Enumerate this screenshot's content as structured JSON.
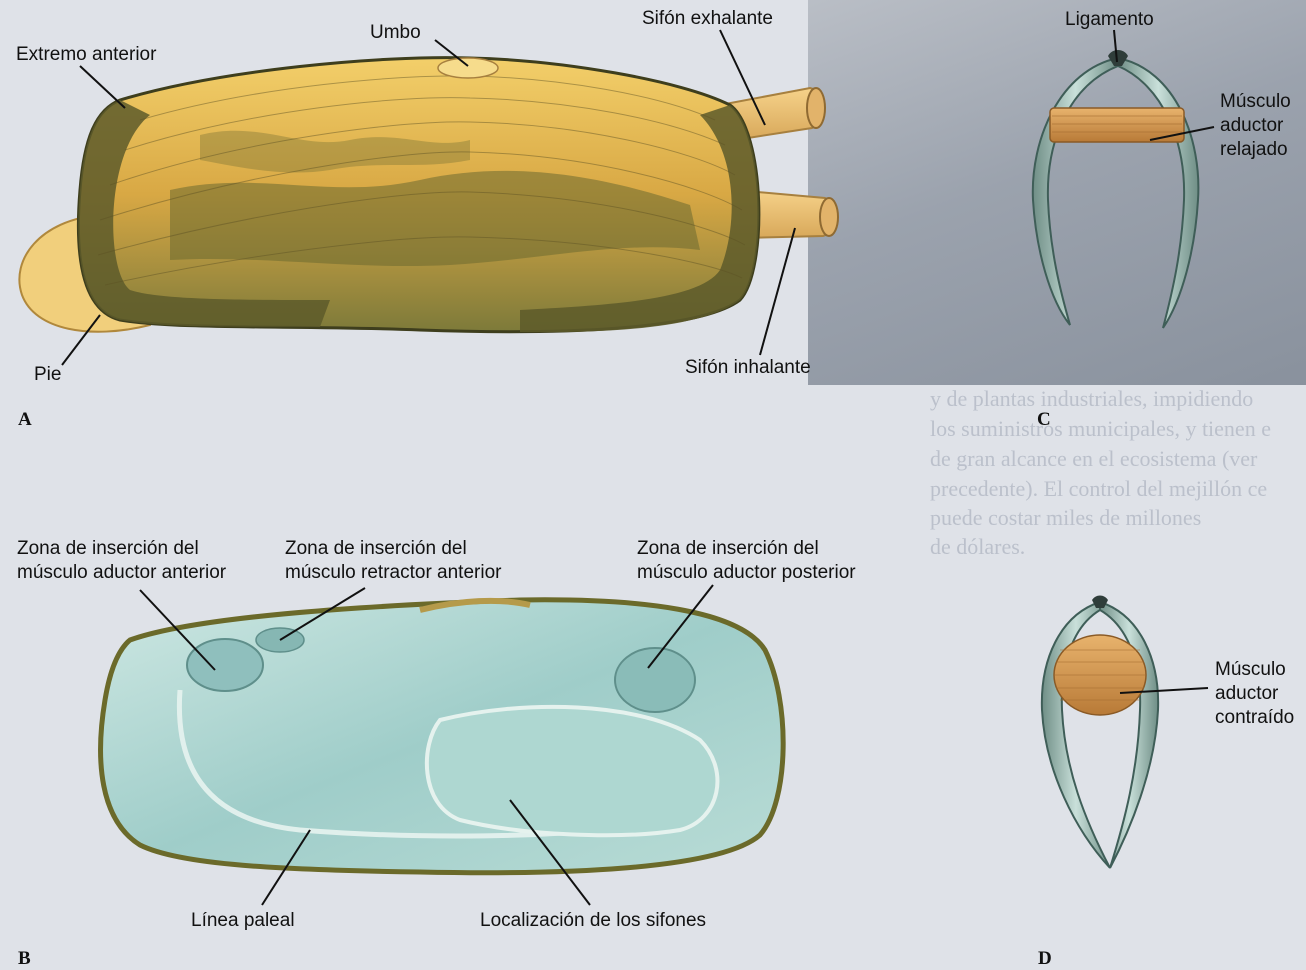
{
  "labels": {
    "umbo": "Umbo",
    "sifon_exhalante": "Sifón exhalante",
    "extremo_anterior": "Extremo anterior",
    "pie": "Pie",
    "sifon_inhalante": "Sifón inhalante",
    "ligamento": "Ligamento",
    "musculo_relajado": [
      "Músculo",
      "aductor",
      "relajado"
    ],
    "musculo_contraido": [
      "Músculo",
      "aductor",
      "contraído"
    ],
    "zona_aductor_anterior": [
      "Zona de inserción del",
      "músculo aductor anterior"
    ],
    "zona_retractor_anterior": [
      "Zona de inserción del",
      "músculo retractor anterior"
    ],
    "zona_aductor_posterior": [
      "Zona de inserción del",
      "músculo aductor posterior"
    ],
    "linea_paleal": "Línea paleal",
    "localizacion_sifones": "Localización de los sifones"
  },
  "panels": {
    "a": "A",
    "b": "B",
    "c": "C",
    "d": "D"
  },
  "background_text": {
    "lines": [
      "y de plantas industriales, impidiendo",
      "los suministros municipales, y tienen e",
      "de gran alcance en el ecosistema (ver",
      "precedente). El control del mejillón ce",
      "puede costar miles de millones",
      "de dólares."
    ]
  },
  "colors": {
    "shell_outer": "#5a5a2a",
    "shell_yellow": "#e6b64c",
    "shell_inner": "#a9d2cf",
    "muscle": "#d9a15a",
    "background": "#dfe2e8"
  }
}
